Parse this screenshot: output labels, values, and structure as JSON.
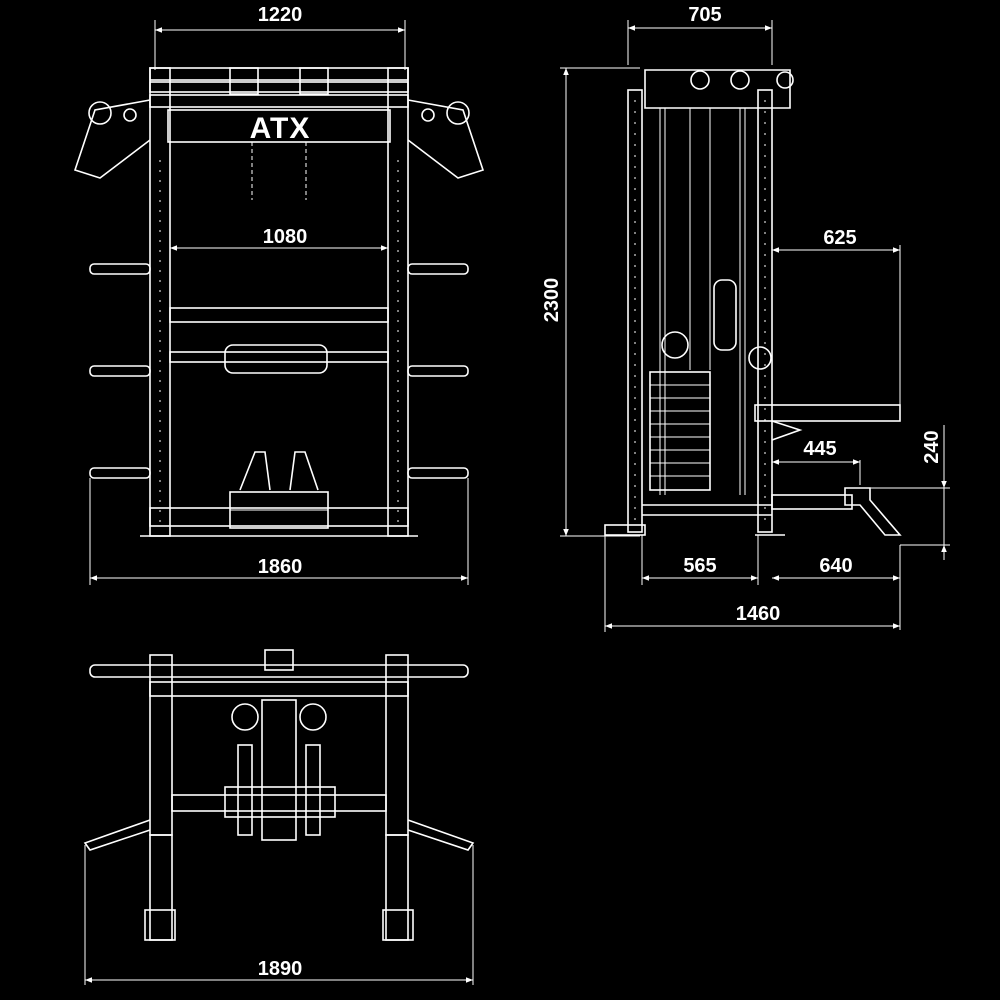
{
  "colors": {
    "background": "#000000",
    "line": "#ffffff"
  },
  "front_view": {
    "brand_logo": "ATX",
    "dimensions": {
      "top_width": "1220",
      "inner_width": "1080",
      "overall_width": "1860"
    }
  },
  "side_view": {
    "dimensions": {
      "depth_top": "705",
      "height": "2300",
      "arm_reach": "625",
      "footrest_depth": "445",
      "footrest_height": "240",
      "base_rear": "565",
      "base_front": "640",
      "overall_depth": "1460"
    }
  },
  "top_view": {
    "dimensions": {
      "overall_width": "1890"
    }
  }
}
